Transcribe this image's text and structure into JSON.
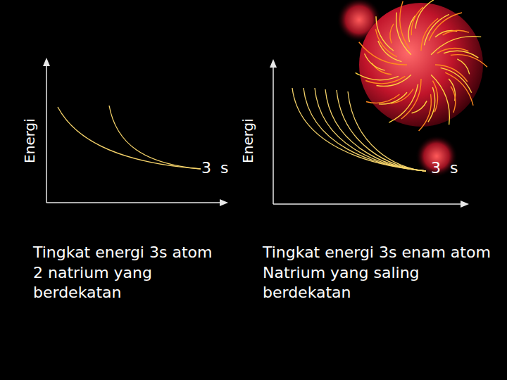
{
  "diagram": {
    "labels": [
      "Energi",
      "3 s",
      "Tingkat energi 3s atom 2 natrium yang berdekatan",
      "Energi",
      "3 s",
      "Tingkat energi 3s enam atom Natrium yang saling berdekatan"
    ]
  }
}
